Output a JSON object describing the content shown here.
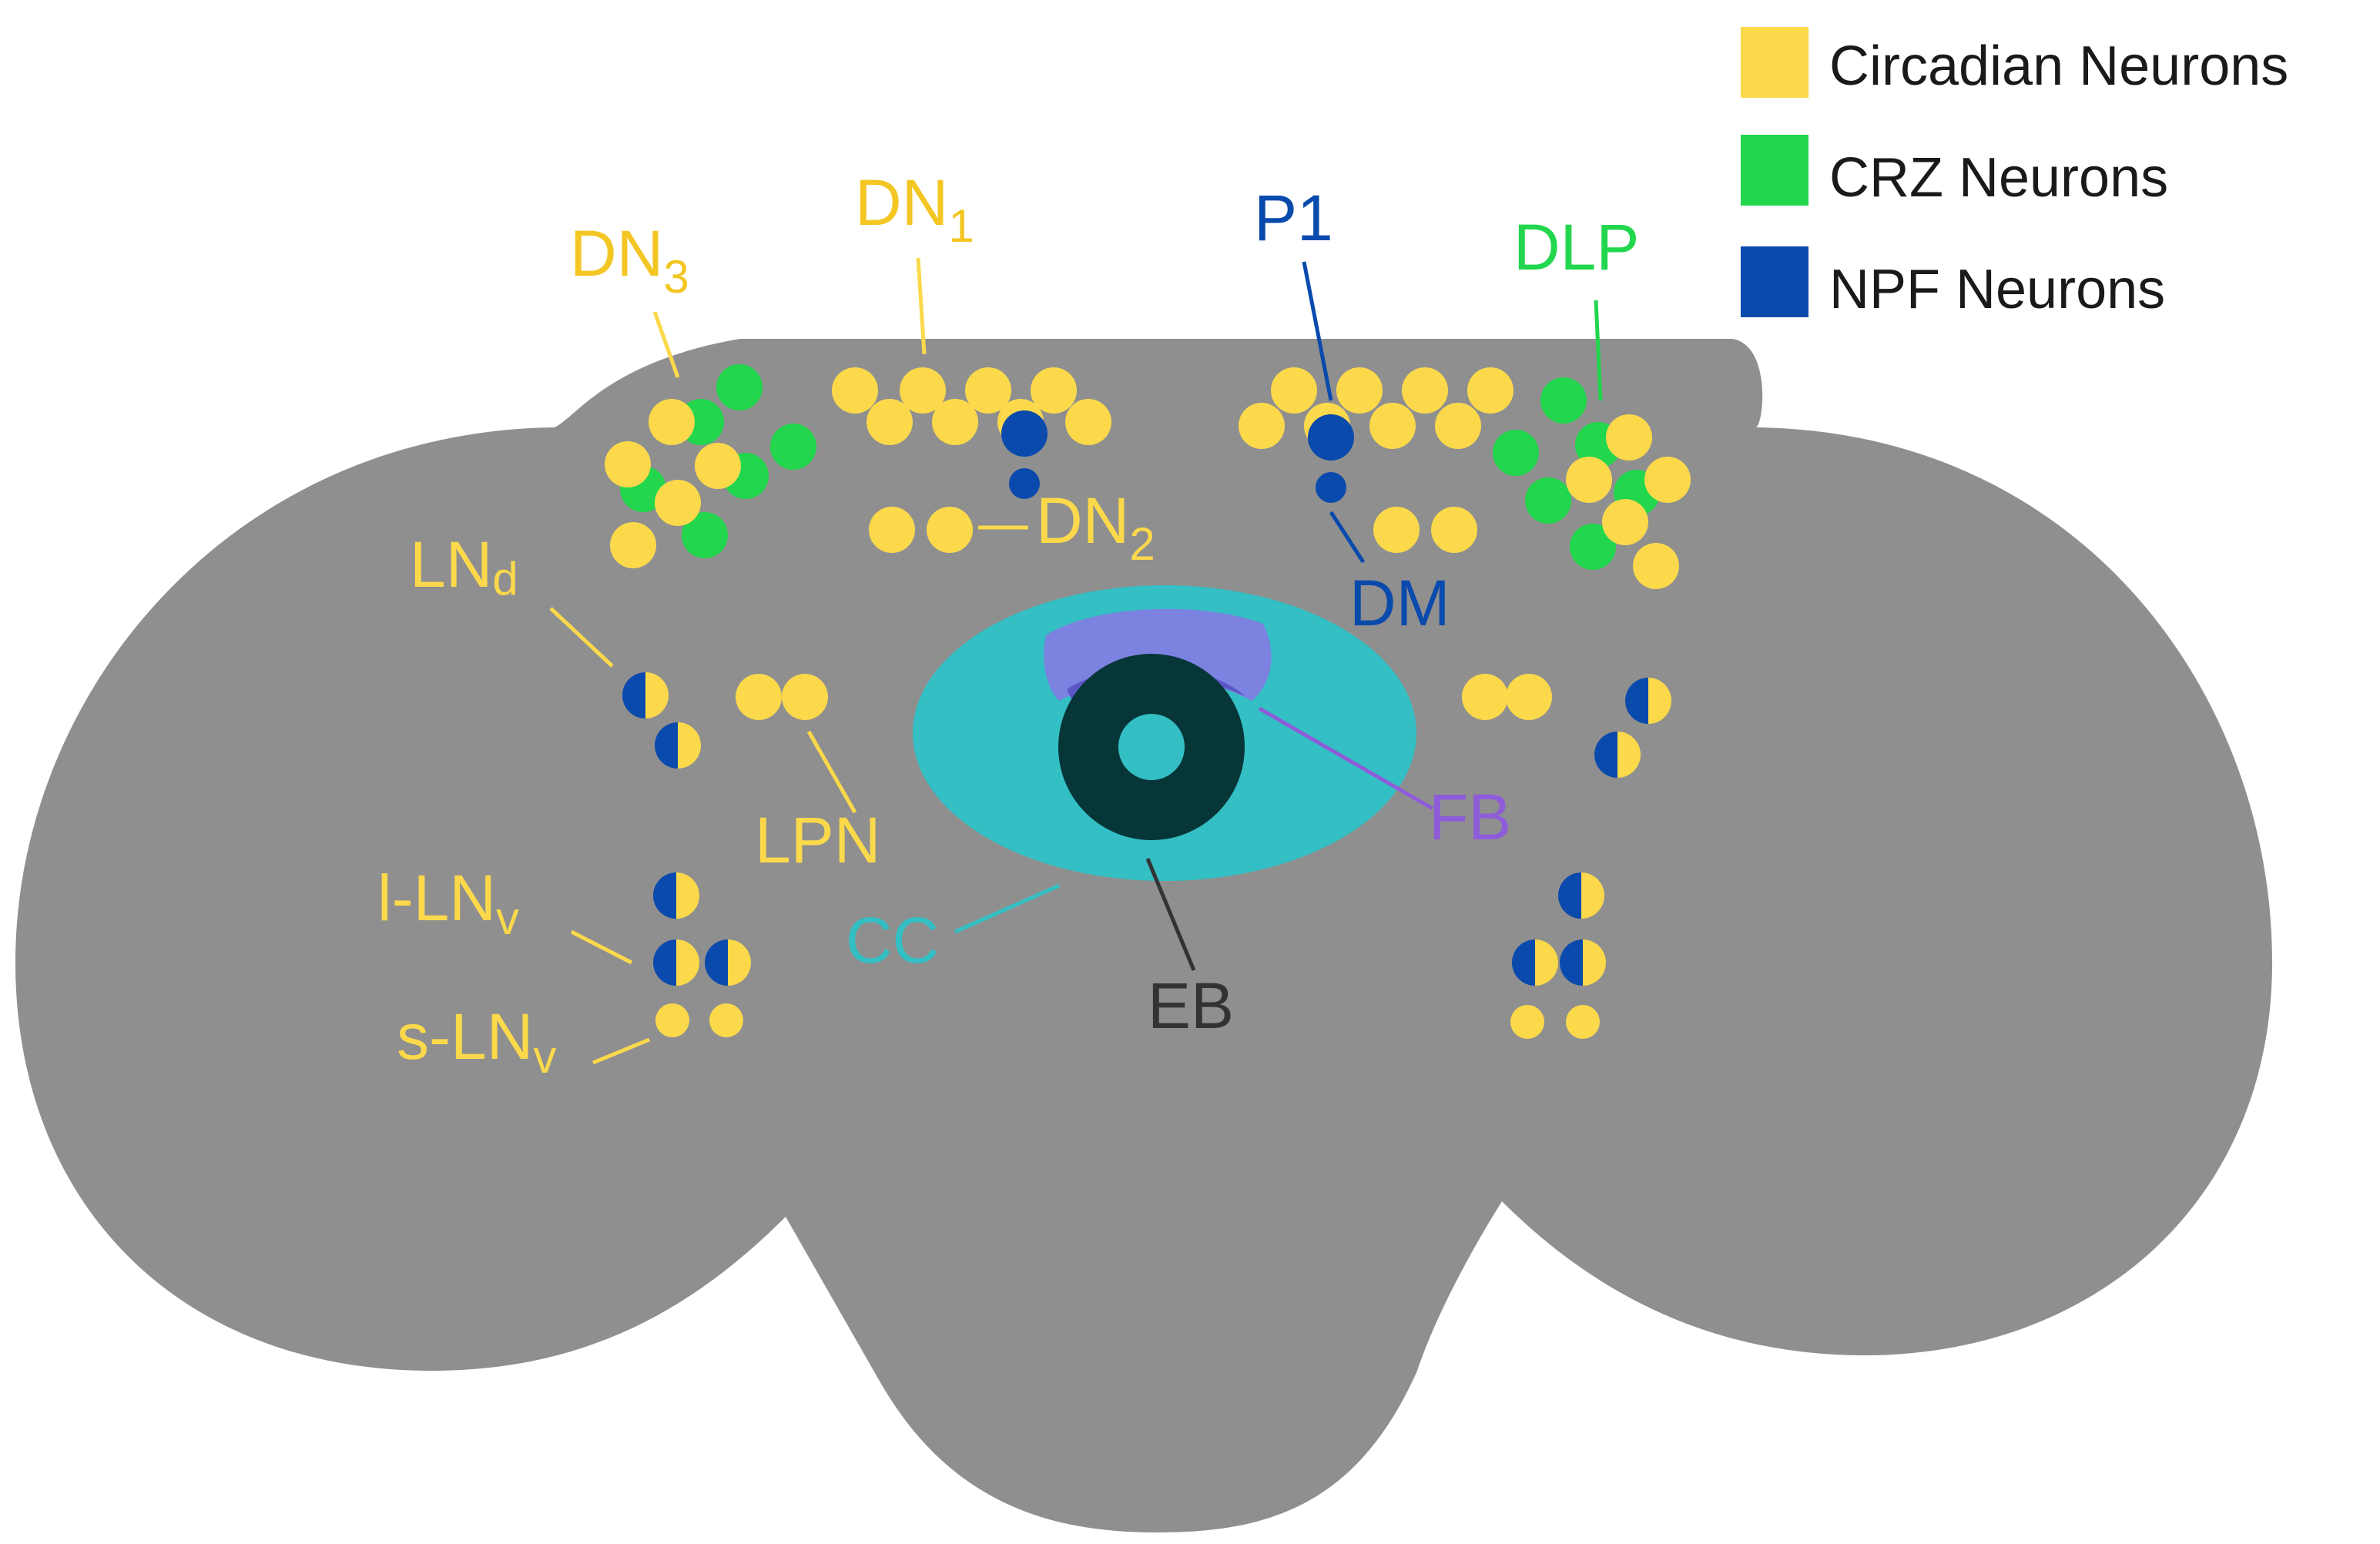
{
  "colors": {
    "brain": "#8f8f8f",
    "circadian": "#fbd94b",
    "crz": "#22d64d",
    "npf": "#0a4aad",
    "cc": "#33bfc4",
    "fb": "#7b82e0",
    "fb_overlap": "#5a56c8",
    "eb": "#073638",
    "label_circadian": "#f3c624",
    "label_circadian_light": "#fbd94b",
    "label_npf": "#0a4aad",
    "label_crz": "#22d64d",
    "label_fb": "#8f5cd9",
    "label_eb": "#333333"
  },
  "legend": [
    {
      "label": "Circadian Neurons",
      "color_key": "circadian"
    },
    {
      "label": "CRZ Neurons",
      "color_key": "crz"
    },
    {
      "label": "NPF Neurons",
      "color_key": "npf"
    }
  ],
  "labels": {
    "dn1": {
      "main": "DN",
      "sub": "1"
    },
    "dn2": {
      "main": "DN",
      "sub": "2"
    },
    "dn3": {
      "main": "DN",
      "sub": "3"
    },
    "p1": {
      "main": "P1"
    },
    "dlp": {
      "main": "DLP"
    },
    "dm": {
      "main": "DM"
    },
    "lnd": {
      "main": "LN",
      "sub": "d"
    },
    "lpn": {
      "main": "LPN"
    },
    "fb": {
      "main": "FB"
    },
    "cc": {
      "main": "CC"
    },
    "eb": {
      "main": "EB"
    },
    "l_lnv": {
      "main": "l-LN",
      "sub": "v"
    },
    "s_lnv": {
      "main": "s-LN",
      "sub": "v"
    }
  }
}
